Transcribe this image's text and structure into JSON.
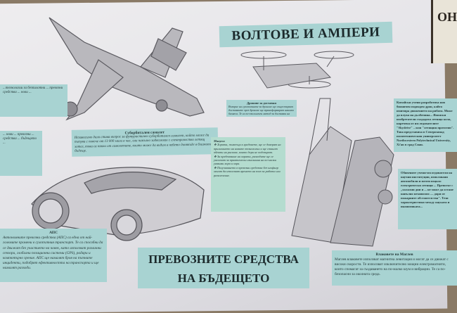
{
  "poster": {
    "title": "ВОЛТОВЕ И АМПЕРИ",
    "bottom_title_line1": "ПРЕВОЗНИТЕ СРЕДСТВА",
    "bottom_title_line2": "НА БЪДЕЩЕТО"
  },
  "frame_text": "ОН",
  "boxes": {
    "supersonic": {
      "heading": "Суборбитален самолет",
      "text": "Независимо дали става въпрос за футуристичен суборбитален самолет, който може да пътува с повече от 13 000 мили в час, или напълно задвижван с електричество летящ хотел, това са някои от самолетите, които може да видим в небето донякъде в близкото бъдеще."
    },
    "drones": {
      "heading": "Дронове за доставки",
      "text": "Възприе на сухопътните за дронове ще съществуват доставките чрез дронове ще трансформират няколко бизнеса. Те са по-екологичен метод за доставки на стоки."
    },
    "list": {
      "heading": "Минуси:",
      "items": [
        "Хората, живеещи в градовете, ще се доверят на прилагането на новите технологии и ще станат обекти на рискове, които дори не подозират.",
        "За предпазване на хората, разходите ще се увеличат за практически изискания на по-малки уязвими хора и хора.",
        "Получаването в превозни средства без шофьор могат да използват времето на път за работа или развлечение."
      ]
    },
    "aps": {
      "heading": "АПС",
      "text": "Автономните превозни средства (АПС) са една от най-големите промени в сухопътния транспорт. Те са способни да се движат без участието на човек, като използват различни сензори, глобални позиционни системи (GPS), радари и компютърно зрение. АПС ще намалят броя на пътните инциденти, подобрят ефективността на транспорта и ще намалят разходи."
    },
    "maglev": {
      "heading": "Влаковете на Маглев",
      "text": "Маглев влаковете използват магнитна левитация и могат да се движат с високи скорости. Те използват изключително мощни електромагнити, които спомагат за създаването на по-малко шум и вибрации. Те са по-безопасни за околната среда."
    },
    "right_top": {
      "text": "Китайски учени разработиха нов бионичен подводен дрон, който имитира движението на рибата. Може да плува на дълбочина... Японски изобретатели създадоха летяща кола, наречена от изследователите \"Skydrive\" – или \"летящия прототип\". Това представиха в Северозапад политехническия университет Northwestern Polytechnical University, Xi'an в град Сиан."
    },
    "right_mid": {
      "text": "Обявените учени-изследователи на научни институции, използвани автомобили и почти изцяло електрически летящи ... Превозът с „халални дни и ... не може да остане напълно независим — дори от пожарните обстоятелства\". Тези характеристики между науката и икономиката..."
    },
    "left_top": {
      "text": "...технологии за безпилотни ... превозни средства ... нови ..."
    },
    "left_mid": {
      "text": "... нови ... превозни ... средства ... бъдещето ..."
    }
  },
  "colors": {
    "box": "#a8d3d2",
    "box_green": "#b4dccf",
    "paper": "#e6e5e9",
    "ink": "#243838"
  }
}
